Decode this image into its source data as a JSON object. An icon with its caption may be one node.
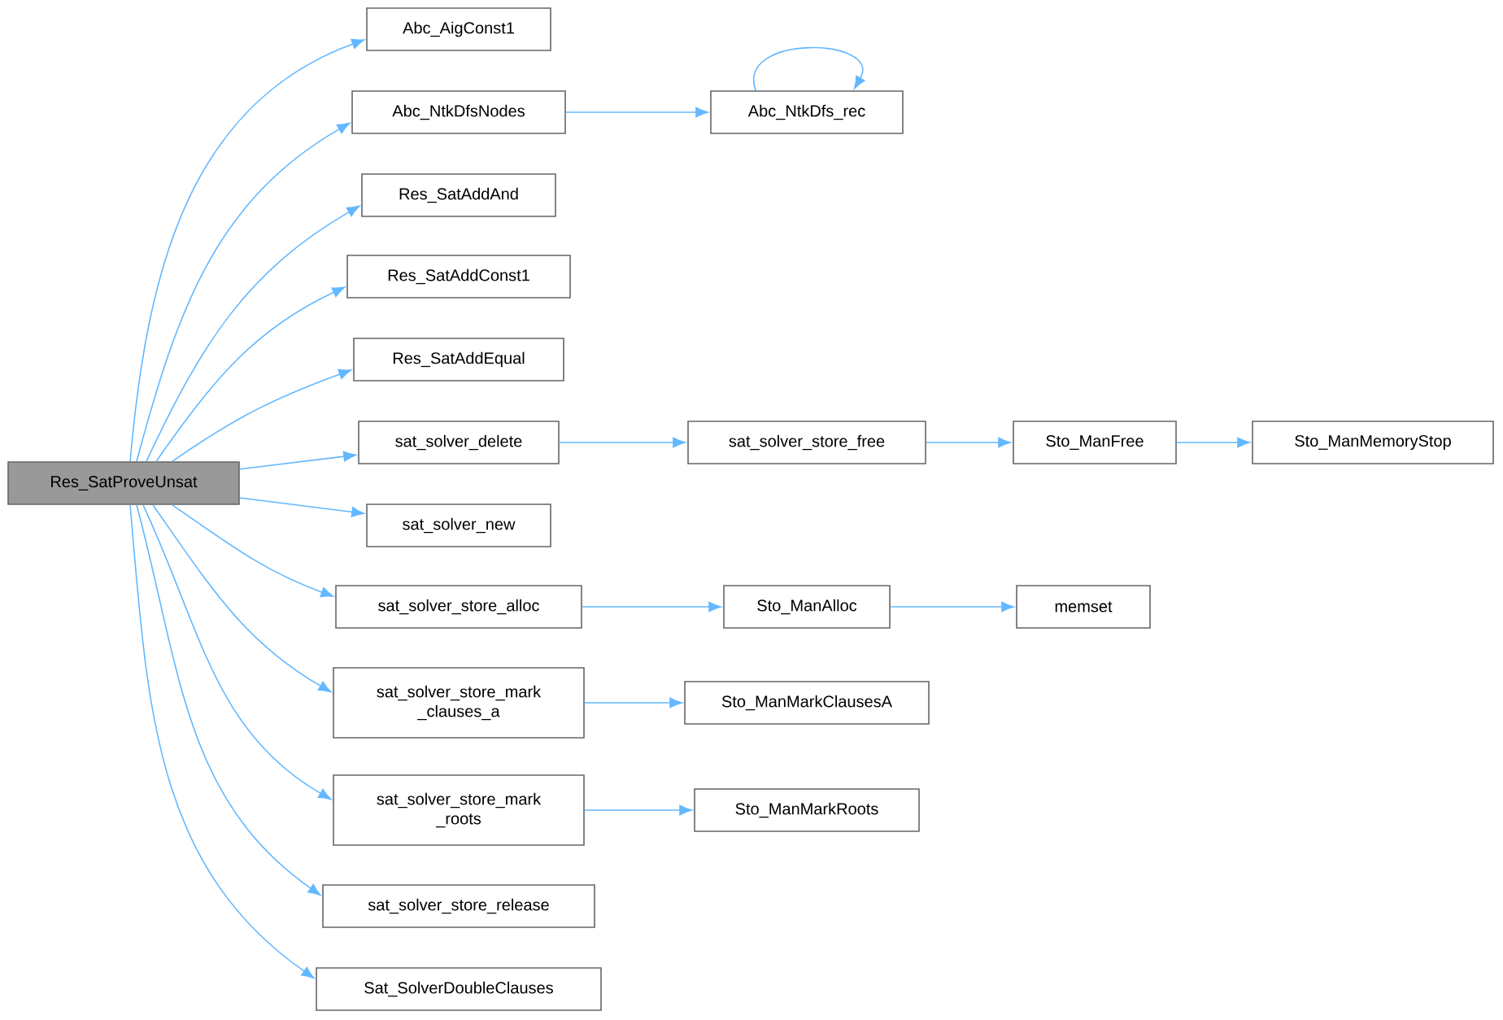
{
  "diagram": {
    "nodes": [
      {
        "text": [
          "Res_SatProveUnsat"
        ]
      },
      {
        "text": [
          "Abc_AigConst1"
        ]
      },
      {
        "text": [
          "Abc_NtkDfsNodes"
        ]
      },
      {
        "text": [
          "Abc_NtkDfs_rec"
        ]
      },
      {
        "text": [
          "Res_SatAddAnd"
        ]
      },
      {
        "text": [
          "Res_SatAddConst1"
        ]
      },
      {
        "text": [
          "Res_SatAddEqual"
        ]
      },
      {
        "text": [
          "sat_solver_delete"
        ]
      },
      {
        "text": [
          "sat_solver_store_free"
        ]
      },
      {
        "text": [
          "Sto_ManFree"
        ]
      },
      {
        "text": [
          "Sto_ManMemoryStop"
        ]
      },
      {
        "text": [
          "sat_solver_new"
        ]
      },
      {
        "text": [
          "sat_solver_store_alloc"
        ]
      },
      {
        "text": [
          "Sto_ManAlloc"
        ]
      },
      {
        "text": [
          "memset"
        ]
      },
      {
        "text": [
          "sat_solver_store_mark _clauses_a"
        ]
      },
      {
        "text": [
          "Sto_ManMarkClausesA"
        ]
      },
      {
        "text": [
          "sat_solver_store_mark _roots"
        ]
      },
      {
        "text": [
          "Sto_ManMarkRoots"
        ]
      },
      {
        "text": [
          "sat_solver_store_release"
        ]
      },
      {
        "text": [
          "Sat_SolverDoubleClauses"
        ]
      }
    ],
    "edges": [
      {
        "from": 0,
        "to": 1,
        "arrow": "to"
      },
      {
        "from": 0,
        "to": 2,
        "arrow": "to"
      },
      {
        "from": 2,
        "to": 3,
        "arrow": "to"
      },
      {
        "from": 3,
        "to": 3,
        "arrow": "to"
      },
      {
        "from": 0,
        "to": 4,
        "arrow": "to"
      },
      {
        "from": 0,
        "to": 5,
        "arrow": "to"
      },
      {
        "from": 0,
        "to": 6,
        "arrow": "to"
      },
      {
        "from": 0,
        "to": 7,
        "arrow": "to"
      },
      {
        "from": 7,
        "to": 8,
        "arrow": "to"
      },
      {
        "from": 8,
        "to": 9,
        "arrow": "to"
      },
      {
        "from": 9,
        "to": 10,
        "arrow": "to"
      },
      {
        "from": 0,
        "to": 11,
        "arrow": "to"
      },
      {
        "from": 0,
        "to": 12,
        "arrow": "to"
      },
      {
        "from": 12,
        "to": 13,
        "arrow": "to"
      },
      {
        "from": 13,
        "to": 14,
        "arrow": "to"
      },
      {
        "from": 0,
        "to": 15,
        "arrow": "to"
      },
      {
        "from": 15,
        "to": 16,
        "arrow": "to"
      },
      {
        "from": 0,
        "to": 17,
        "arrow": "to"
      },
      {
        "from": 17,
        "to": 18,
        "arrow": "to"
      },
      {
        "from": 0,
        "to": 19,
        "arrow": "to"
      },
      {
        "from": 0,
        "to": 20,
        "arrow": "to"
      }
    ]
  }
}
